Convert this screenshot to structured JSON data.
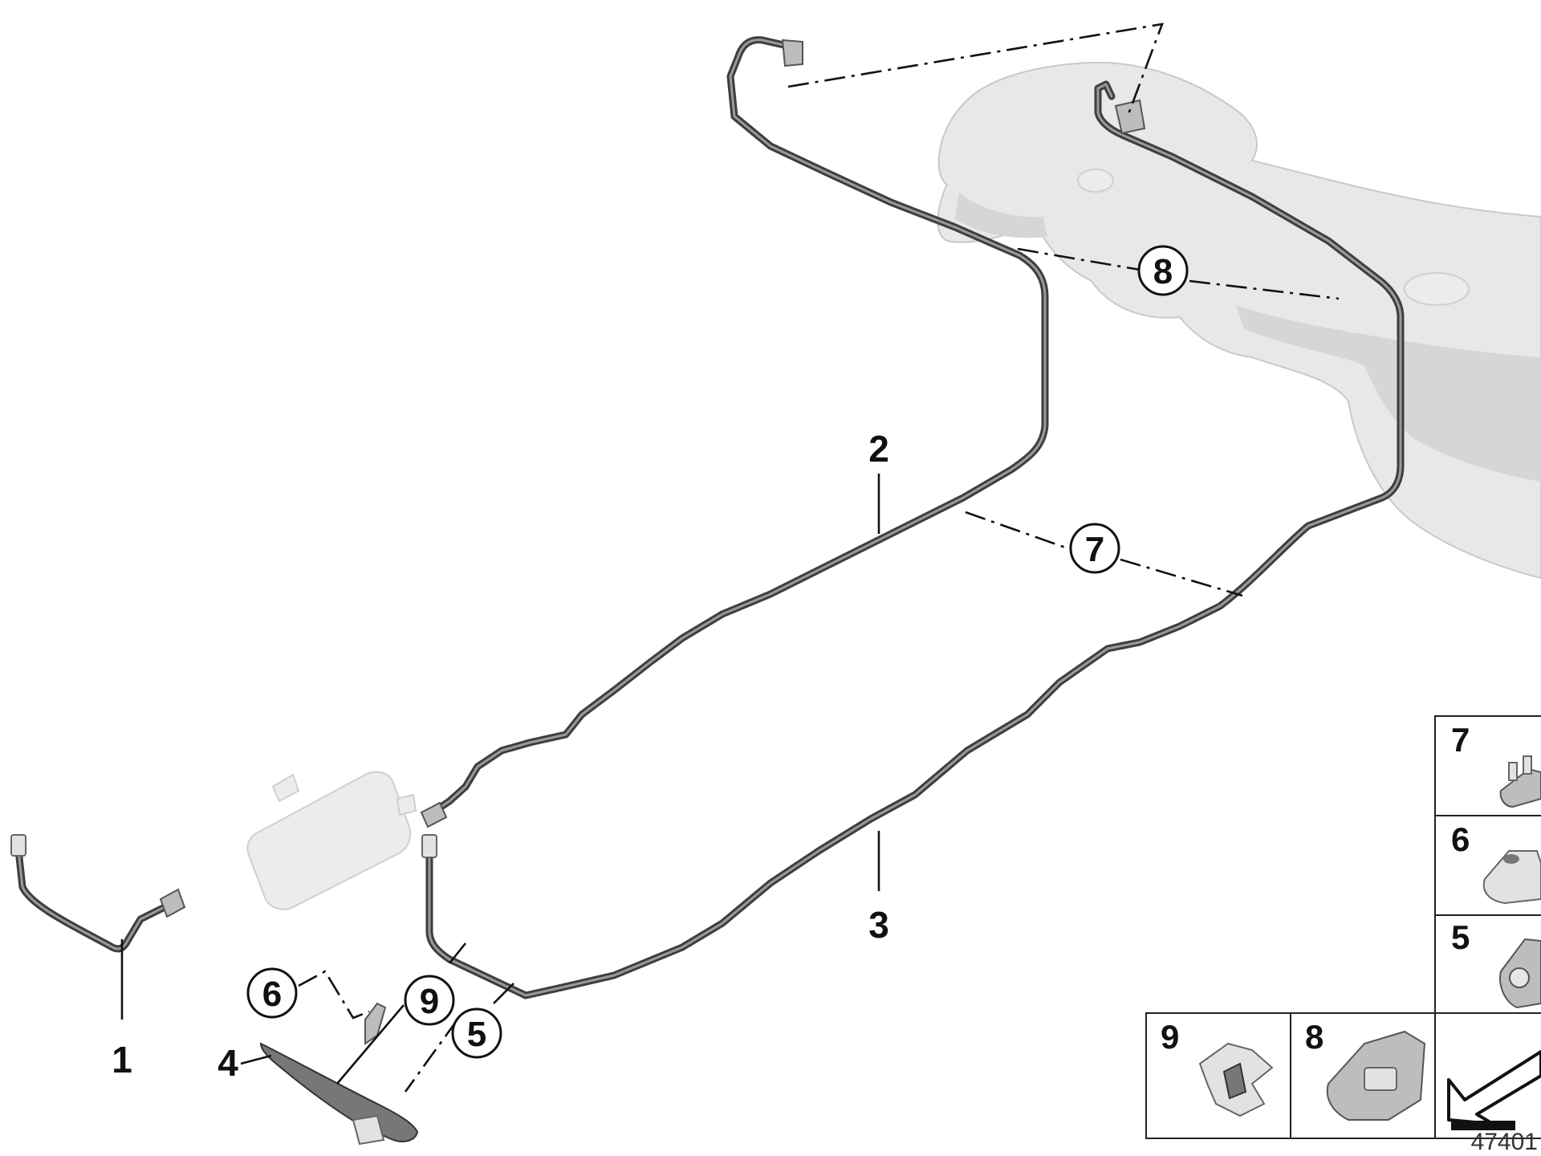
{
  "callouts": {
    "c5": "5",
    "c6": "6",
    "c7": "7",
    "c8": "8",
    "c9": "9"
  },
  "labels": {
    "l1": "1",
    "l2": "2",
    "l3": "3",
    "l4": "4"
  },
  "parts_panel": {
    "p7": "7",
    "p6": "6",
    "p5": "5",
    "p9": "9",
    "p8": "8"
  },
  "diagram_id": "47401"
}
